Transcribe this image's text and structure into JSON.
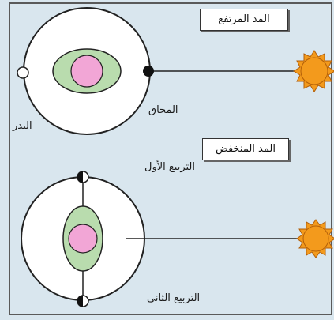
{
  "colors": {
    "background": "#d9e6ee",
    "frame": "#5a5a5a",
    "earth": "#f2a6d6",
    "bulge": "#b9dcae",
    "orbit": "#222222",
    "sun": "#f39a1c",
    "sun_edge": "#b35f08",
    "moon_dark": "#111111",
    "moon_light": "#ffffff"
  },
  "icons": [
    "sun-icon",
    "moon-icon",
    "earth-icon"
  ],
  "diagram": {
    "spring_tide": {
      "title": "المد المرتفع",
      "new_moon_label": "المحاق",
      "full_moon_label": "البدر"
    },
    "neap_tide": {
      "title": "المد المنخفض",
      "first_quarter_label": "التربيع الأول",
      "third_quarter_label": "التربيع الثاني"
    }
  }
}
